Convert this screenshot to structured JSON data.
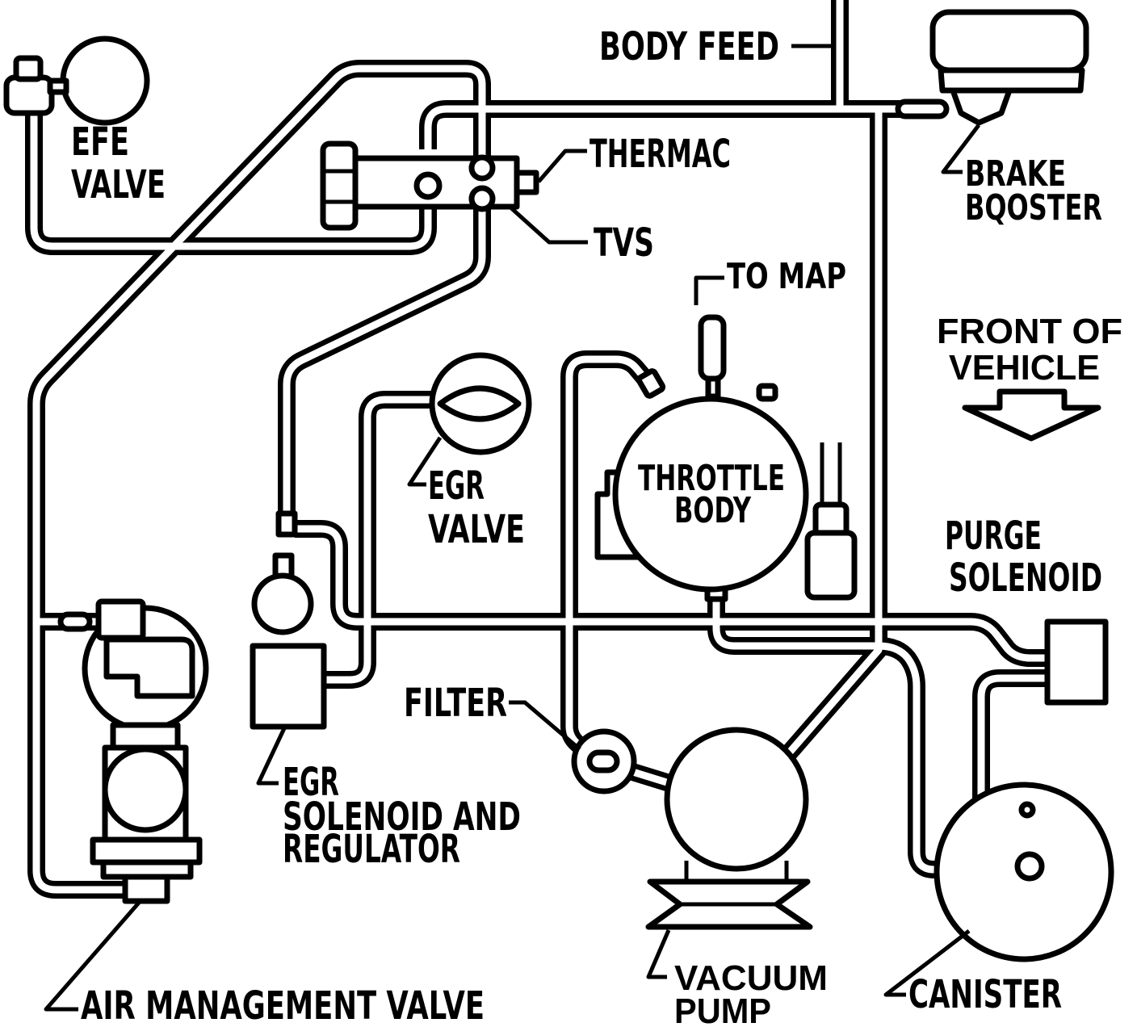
{
  "labels": {
    "body_feed": "BODY FEED",
    "efe_valve": [
      "EFE",
      "VALVE"
    ],
    "thermac": "THERMAC",
    "tvs": "TVS",
    "brake_booster": [
      "BRAKE",
      "BQOSTER"
    ],
    "to_map": "TO MAP",
    "front_of_vehicle": [
      "FRONT OF",
      "VEHICLE"
    ],
    "throttle_body": [
      "THROTTLE",
      "BODY"
    ],
    "egr_valve": [
      "EGR",
      "VALVE"
    ],
    "purge_solenoid": [
      "PURGE",
      "SOLENOID"
    ],
    "filter": "FILTER",
    "egr_solenoid_regulator": [
      "EGR",
      "SOLENOID AND",
      "REGULATOR"
    ],
    "air_management_valve": "AIR MANAGEMENT VALVE",
    "vacuum_pump": [
      "VACUUM",
      "PUMP"
    ],
    "canister": "CANISTER"
  },
  "colors": {
    "line": "#000000",
    "background": "#ffffff"
  }
}
